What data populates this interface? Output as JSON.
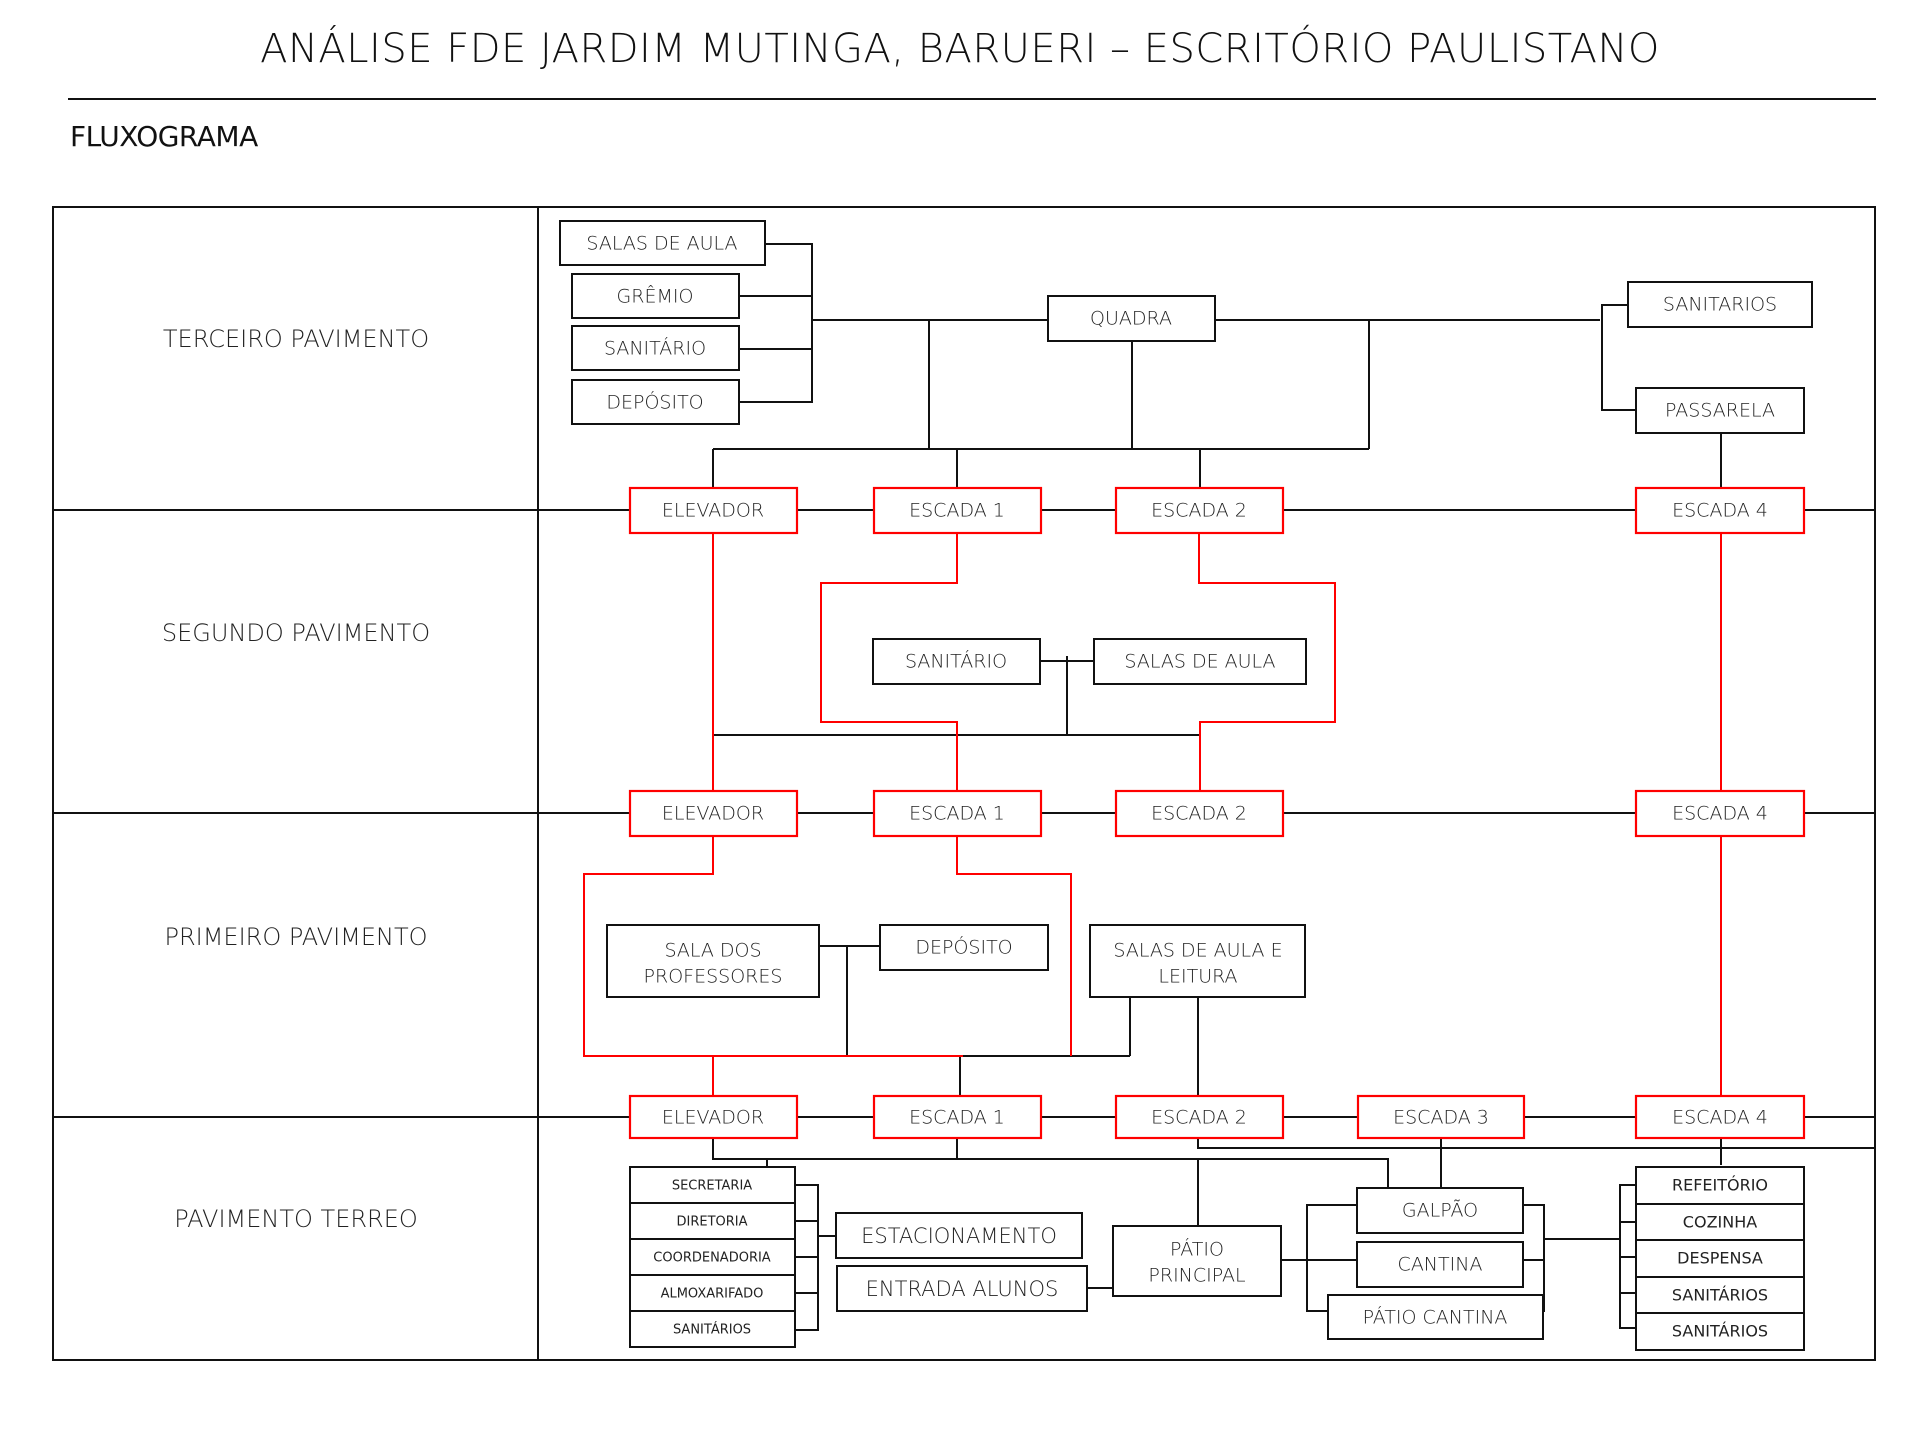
{
  "header": {
    "title": "ANÁLISE FDE JARDIM MUTINGA, BARUERI – ESCRITÓRIO PAULISTANO",
    "section": "FLUXOGRAMA"
  },
  "colors": {
    "circulation": "#ff0000",
    "line": "#111111"
  },
  "floors": [
    {
      "label": "TERCEIRO PAVIMENTO"
    },
    {
      "label": "SEGUNDO PAVIMENTO"
    },
    {
      "label": "PRIMEIRO PAVIMENTO"
    },
    {
      "label": "PAVIMENTO TERREO"
    }
  ],
  "third_floor": {
    "rooms_left": [
      "SALAS DE AULA",
      "GRÊMIO",
      "SANITÁRIO",
      "DEPÓSITO"
    ],
    "quadra": "QUADRA",
    "sanitarios": "SANITARIOS",
    "passarela": "PASSARELA"
  },
  "circulation_3_2": [
    "ELEVADOR",
    "ESCADA 1",
    "ESCADA 2",
    "ESCADA 4"
  ],
  "second_floor": {
    "sanitario": "SANITÁRIO",
    "salas": "SALAS DE AULA"
  },
  "circulation_2_1": [
    "ELEVADOR",
    "ESCADA 1",
    "ESCADA 2",
    "ESCADA 4"
  ],
  "first_floor": {
    "sala_professores": [
      "SALA DOS",
      "PROFESSORES"
    ],
    "deposito": "DEPÓSITO",
    "salas_leitura": [
      "SALAS DE AULA E",
      "LEITURA"
    ]
  },
  "circulation_1_0": [
    "ELEVADOR",
    "ESCADA 1",
    "ESCADA 2",
    "ESCADA 3",
    "ESCADA 4"
  ],
  "ground_floor": {
    "admin": [
      "SECRETARIA",
      "DIRETORIA",
      "COORDENADORIA",
      "ALMOXARIFADO",
      "SANITÁRIOS"
    ],
    "estacionamento": "ESTACIONAMENTO",
    "entrada": "ENTRADA ALUNOS",
    "patio_principal": [
      "PÁTIO",
      "PRINCIPAL"
    ],
    "galpao": "GALPÃO",
    "cantina": "CANTINA",
    "patio_cantina": "PÁTIO CANTINA",
    "service": [
      "REFEITÓRIO",
      "COZINHA",
      "DESPENSA",
      "SANITÁRIOS",
      "SANITÁRIOS"
    ]
  }
}
